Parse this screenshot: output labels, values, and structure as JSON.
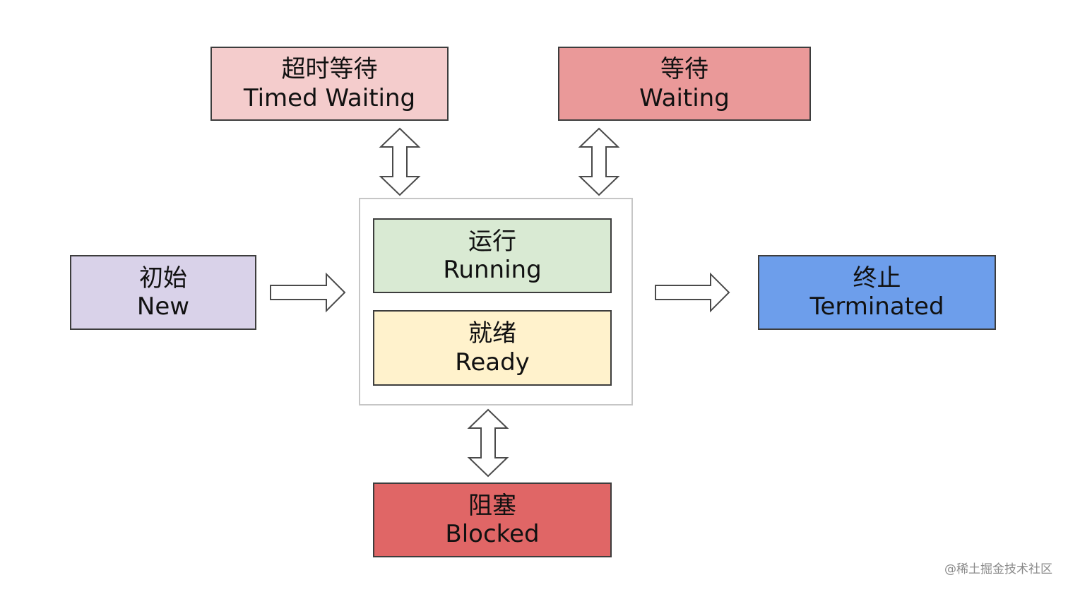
{
  "states": {
    "timed_waiting": {
      "zh": "超时等待",
      "en": "Timed Waiting",
      "color": "#f4cccc"
    },
    "waiting": {
      "zh": "等待",
      "en": "Waiting",
      "color": "#ea9999"
    },
    "new": {
      "zh": "初始",
      "en": "New",
      "color": "#d9d2e9"
    },
    "running": {
      "zh": "运行",
      "en": "Running",
      "color": "#d9ead3"
    },
    "ready": {
      "zh": "就绪",
      "en": "Ready",
      "color": "#fff2cc"
    },
    "terminated": {
      "zh": "终止",
      "en": "Terminated",
      "color": "#6d9eeb"
    },
    "blocked": {
      "zh": "阻塞",
      "en": "Blocked",
      "color": "#e06666"
    }
  },
  "transitions": [
    {
      "from": "timed_waiting",
      "to": "runnable",
      "kind": "bidirectional"
    },
    {
      "from": "waiting",
      "to": "runnable",
      "kind": "bidirectional"
    },
    {
      "from": "new",
      "to": "runnable",
      "kind": "one-way"
    },
    {
      "from": "runnable",
      "to": "terminated",
      "kind": "one-way"
    },
    {
      "from": "runnable",
      "to": "blocked",
      "kind": "bidirectional"
    }
  ],
  "watermark": "@稀土掘金技术社区"
}
